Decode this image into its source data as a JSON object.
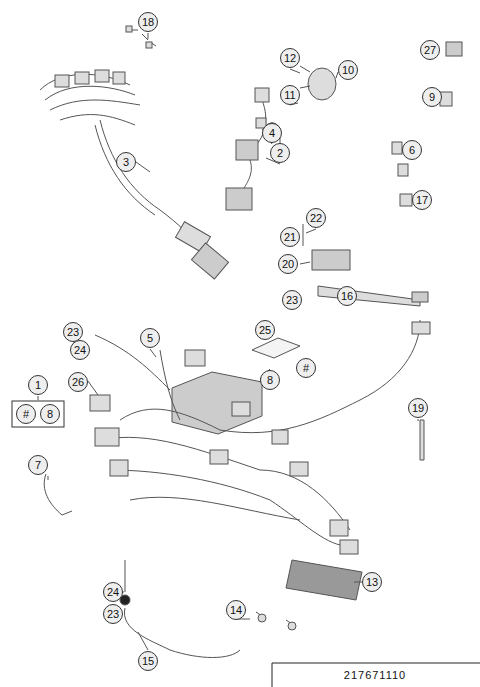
{
  "diagram": {
    "labels": [
      "18",
      "12",
      "10",
      "27",
      "11",
      "9",
      "4",
      "2",
      "3",
      "6",
      "17",
      "22",
      "21",
      "20",
      "16",
      "23",
      "25",
      "23",
      "5",
      "24",
      "8",
      "#",
      "1",
      "#",
      "8",
      "26",
      "19",
      "7",
      "24",
      "23",
      "13",
      "14",
      "15",
      "217671110"
    ]
  }
}
